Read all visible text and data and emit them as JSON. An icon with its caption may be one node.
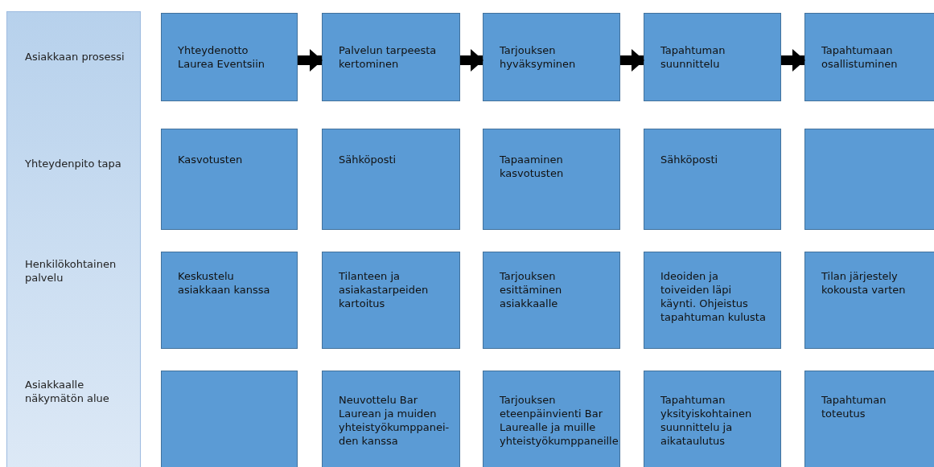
{
  "diagram": {
    "nodes": [
      {
        "text": [],
        "shape": "bar"
      },
      {
        "text": [
          "Asiakkaan prosessi"
        ],
        "in": 0
      },
      {
        "text": [
          "Yhteydenotto Laurea Eventsiin"
        ]
      },
      {
        "text": [
          "Palvelun tarpeesta kertominen"
        ]
      },
      {
        "text": [
          "Tarjouksen hyväksyminen"
        ]
      },
      {
        "text": [
          "Tapahtuman suunnittelu"
        ]
      },
      {
        "text": [
          "Tapahtumaan osallistuminen"
        ]
      },
      {
        "text": [
          "Yhteydenpito tapa"
        ],
        "in": 0
      },
      {
        "text": [
          "Kasvotusten"
        ]
      },
      {
        "text": [
          "Sähköposti"
        ]
      },
      {
        "text": [
          "Tapaaminen kasvotusten"
        ]
      },
      {
        "text": [
          "Sähköposti"
        ]
      },
      {
        "text": [],
        "shape": "box"
      },
      {
        "text": [
          "Henkilökohtainen palvelu"
        ],
        "in": 0
      },
      {
        "text": [
          "Keskustelu asiakkaan kanssa"
        ]
      },
      {
        "text": [
          "Tilanteen ja asiakastarpeiden kartoitus"
        ]
      },
      {
        "text": [
          "Tarjouksen esittäminen asiakkaalle"
        ]
      },
      {
        "text": [
          "Ideoiden ja toiveiden läpi käynti. Ohjeistus tapahtuman kulusta"
        ]
      },
      {
        "text": [
          "Tilan järjestely kokousta varten"
        ]
      },
      {
        "text": [
          "Asiakkaalle näkymätön alue"
        ],
        "in": 0
      },
      {
        "text": [],
        "shape": "box"
      },
      {
        "text": [
          "Neuvottelu Bar Laurean ja muiden yhteistyökumppanei-den kanssa"
        ]
      },
      {
        "text": [
          "Tarjouksen eteenpäinvienti Bar Laurealle ja muille yhteistyökumppaneille"
        ]
      },
      {
        "text": [
          "Tapahtuman yksityiskohtainen suunnittelu ja aikataulutus"
        ]
      },
      {
        "text": [
          "Tapahtuman toteutus"
        ]
      }
    ],
    "edges": [
      {
        "from": 2,
        "to": 3,
        "arrow": "to"
      },
      {
        "from": 3,
        "to": 4,
        "arrow": "to"
      },
      {
        "from": 4,
        "to": 5,
        "arrow": "to"
      },
      {
        "from": 5,
        "to": 6,
        "arrow": "to"
      }
    ]
  }
}
